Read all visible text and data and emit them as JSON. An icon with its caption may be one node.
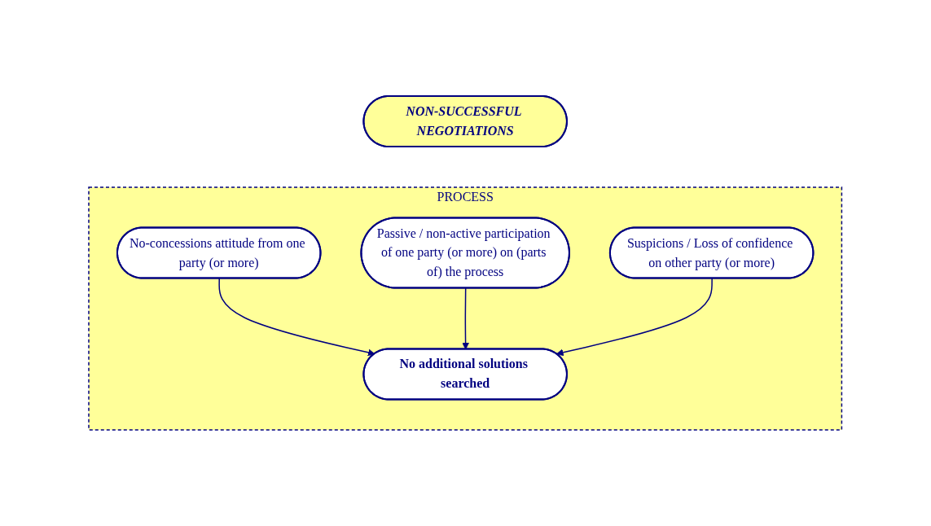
{
  "diagram": {
    "nodes": [
      {
        "text": [
          "NON-SUCCESSFUL NEGOTIATIONS"
        ]
      },
      {
        "text": [
          "PROCESS"
        ]
      },
      {
        "text": [
          "No-concessions attitude from one party (or more)"
        ],
        "in": 1
      },
      {
        "text": [
          "No additional solutions searched"
        ],
        "in": 1
      },
      {
        "text": [
          "Passive / non-active participation of one party (or more) on (parts of) the process"
        ],
        "in": 1
      },
      {
        "text": [
          "Suspicions / Loss of confidence on other party (or more)"
        ],
        "in": 1
      }
    ],
    "edges": [
      {
        "from": 2,
        "to": 3,
        "arrow": "to"
      },
      {
        "from": 4,
        "to": 3,
        "arrow": "to"
      },
      {
        "from": 5,
        "to": 3,
        "arrow": "to"
      }
    ]
  }
}
